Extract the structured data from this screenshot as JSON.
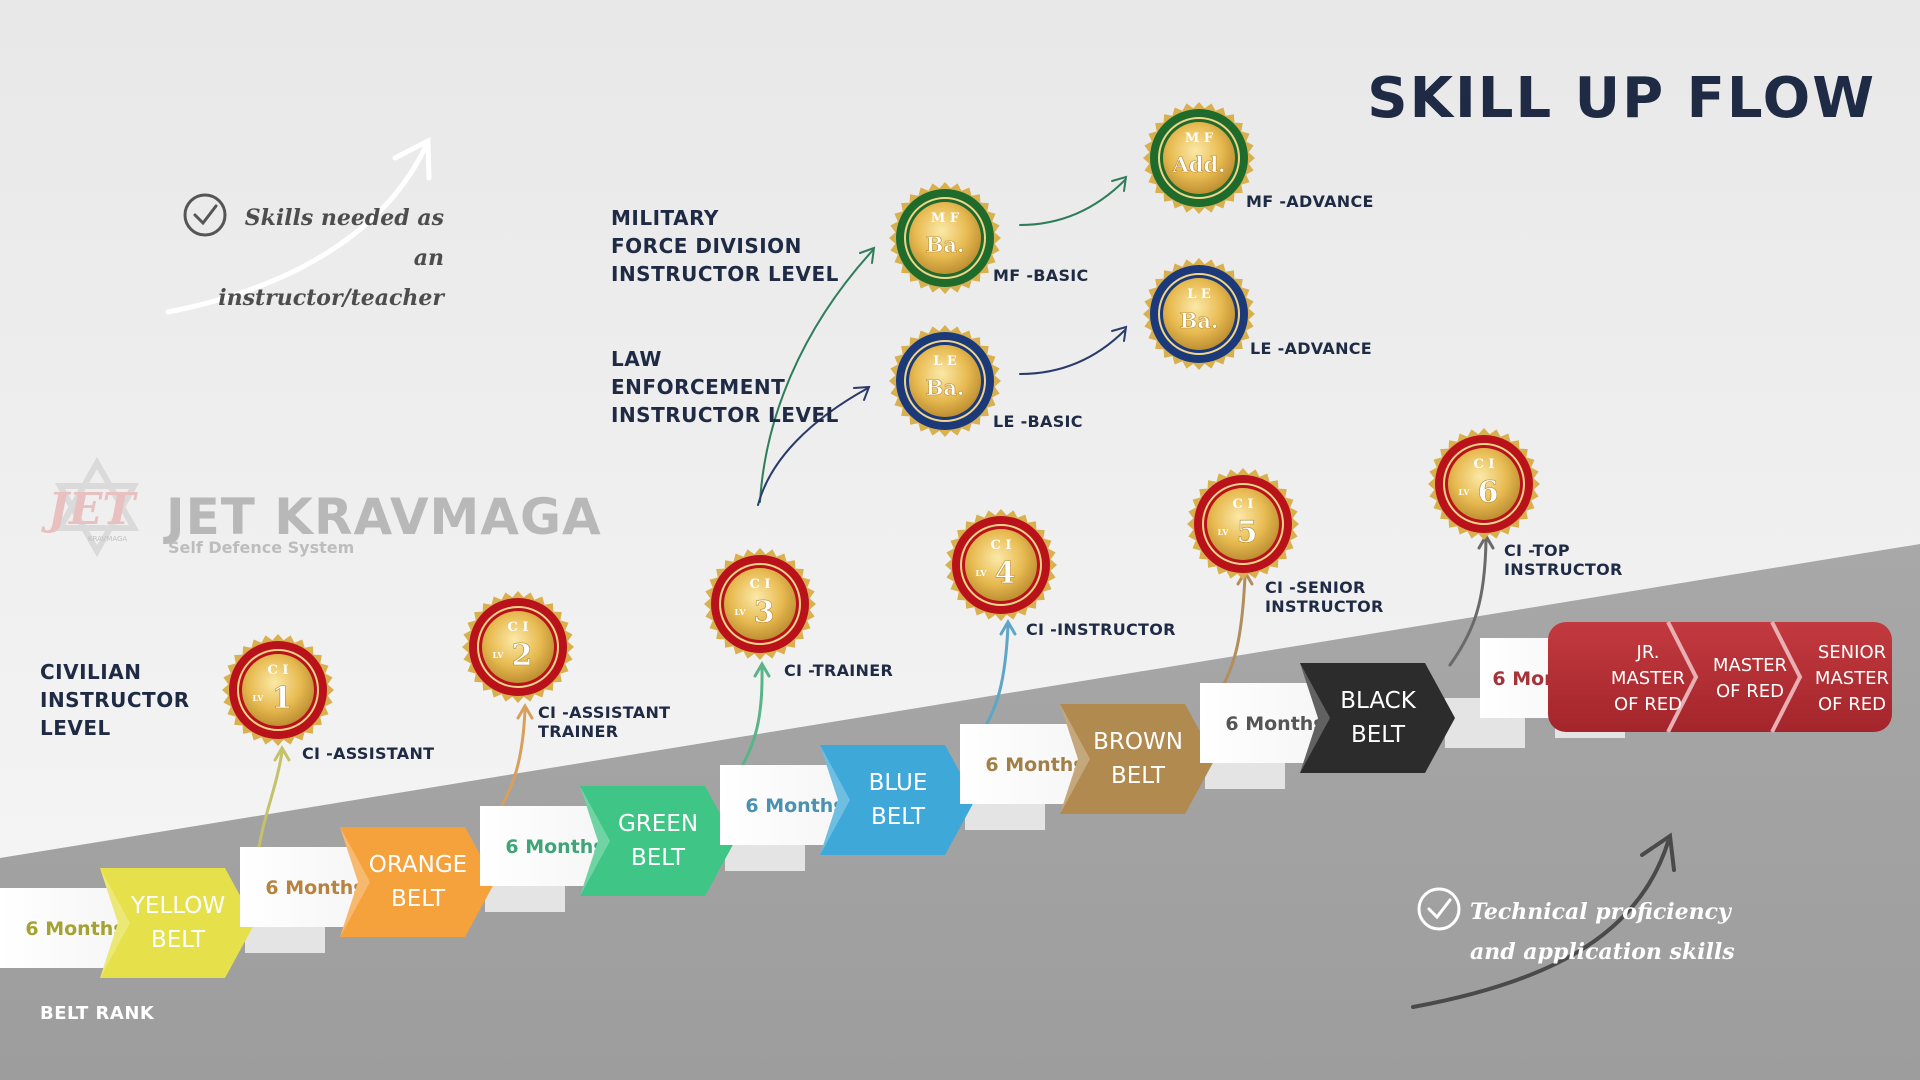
{
  "title": "SKILL UP FLOW",
  "colors": {
    "navy": "#1f2a44",
    "band_light": "#f6f6f6",
    "band_dark": "#a3a3a3",
    "medal_ci": "#b9121b",
    "medal_mf": "#1f6b2c",
    "medal_le": "#1c3a7a",
    "gold": "#e6b84a"
  },
  "notes": {
    "instructor": "Skills needed as\nan instructor/teacher",
    "technical": "Technical proficiency\nand application skills",
    "check_icon": "check-circle-icon"
  },
  "levels": {
    "civilian": "CIVILIAN\nINSTRUCTOR\nLEVEL",
    "military": "MILITARY\nFORCE DIVISION\nINSTRUCTOR LEVEL",
    "law": "LAW\nENFORCEMENT\nINSTRUCTOR LEVEL"
  },
  "belt_rank_label": "BELT RANK",
  "logo": {
    "name": "JET KRAVMAGA",
    "sub": "Self Defence System",
    "mark": "JET",
    "mark_small": "KRAVMAGA"
  },
  "months_label": "6 Months",
  "belts": [
    {
      "lines": [
        "YELLOW",
        "BELT"
      ],
      "color": "#e6e04a",
      "months_color": "#a5a234"
    },
    {
      "lines": [
        "ORANGE",
        "BELT"
      ],
      "color": "#f5a23d",
      "months_color": "#b78440"
    },
    {
      "lines": [
        "GREEN",
        "BELT"
      ],
      "color": "#3fc586",
      "months_color": "#3fa477"
    },
    {
      "lines": [
        "BLUE",
        "BELT"
      ],
      "color": "#3ea8d9",
      "months_color": "#4b91b0"
    },
    {
      "lines": [
        "BROWN",
        "BELT"
      ],
      "color": "#b18a4f",
      "months_color": "#a27f46"
    },
    {
      "lines": [
        "BLACK",
        "BELT"
      ],
      "color": "#2c2c2c",
      "months_color": "#555555"
    }
  ],
  "masters": [
    {
      "lines": [
        "JR.",
        "MASTER",
        "OF RED"
      ]
    },
    {
      "lines": [
        "MASTER",
        "OF RED"
      ]
    },
    {
      "lines": [
        "SENIOR",
        "MASTER",
        "OF RED"
      ]
    }
  ],
  "master_months_color": "#a5333a",
  "medal_texts": {
    "ci": "C I",
    "lv": "LV",
    "mf": "M F",
    "le": "L E",
    "basic": "Ba.",
    "advance": "Add."
  },
  "ci_levels": [
    {
      "num": "1",
      "label": "CI -ASSISTANT"
    },
    {
      "num": "2",
      "label": "CI -ASSISTANT\n        TRAINER"
    },
    {
      "num": "3",
      "label": "CI -TRAINER"
    },
    {
      "num": "4",
      "label": "CI -INSTRUCTOR"
    },
    {
      "num": "5",
      "label": "CI -SENIOR\n      INSTRUCTOR"
    },
    {
      "num": "6",
      "label": "CI -TOP\n      INSTRUCTOR"
    }
  ],
  "special_medals": [
    {
      "kind": "mf",
      "label": "MF -BASIC"
    },
    {
      "kind": "mf",
      "label": "MF -ADVANCE"
    },
    {
      "kind": "le",
      "label": "LE -BASIC"
    },
    {
      "kind": "le",
      "label": "LE -ADVANCE"
    }
  ]
}
